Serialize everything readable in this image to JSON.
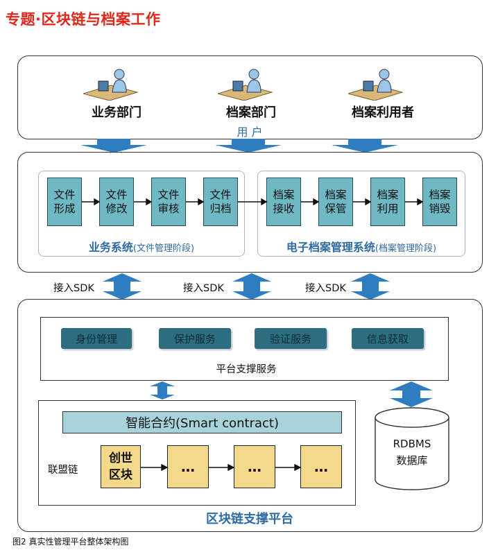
{
  "header": {
    "title": "专题·区块链与档案工作"
  },
  "users": {
    "label": "用 户",
    "items": [
      "业务部门",
      "档案部门",
      "档案利用者"
    ]
  },
  "business_system": {
    "label": "业务系统",
    "label_note": "(文件管理阶段)",
    "boxes": [
      [
        "文件",
        "形成"
      ],
      [
        "文件",
        "修改"
      ],
      [
        "文件",
        "审核"
      ],
      [
        "文件",
        "归档"
      ]
    ]
  },
  "erms": {
    "label": "电子档案管理系统",
    "label_note": "(档案管理阶段)",
    "boxes": [
      [
        "档案",
        "接收"
      ],
      [
        "档案",
        "保管"
      ],
      [
        "档案",
        "利用"
      ],
      [
        "档案",
        "销毁"
      ]
    ]
  },
  "sdk_labels": [
    "接入SDK",
    "接入SDK",
    "接入SDK"
  ],
  "platform_services": {
    "label": "平台支撑服务",
    "items": [
      "身份管理",
      "保护服务",
      "验证服务",
      "信息获取"
    ]
  },
  "smart_contract": {
    "label": "智能合约(Smart contract)"
  },
  "consortium": {
    "label": "联盟链",
    "genesis": [
      "创世",
      "区块"
    ],
    "ellipsis": "…"
  },
  "database": {
    "line1": "RDBMS",
    "line2": "数据库"
  },
  "platform": {
    "label": "区块链支撑平台"
  },
  "caption": {
    "text": "图2 真实性管理平台整体架构图"
  },
  "colors": {
    "title_red": "#e0271a",
    "arrow_blue": "#2d7dc0",
    "teal_box": "#6fb9c4",
    "dark_button": "#2b6e80",
    "block_yellow": "#f5d98a",
    "label_blue": "#2e6aa6"
  }
}
